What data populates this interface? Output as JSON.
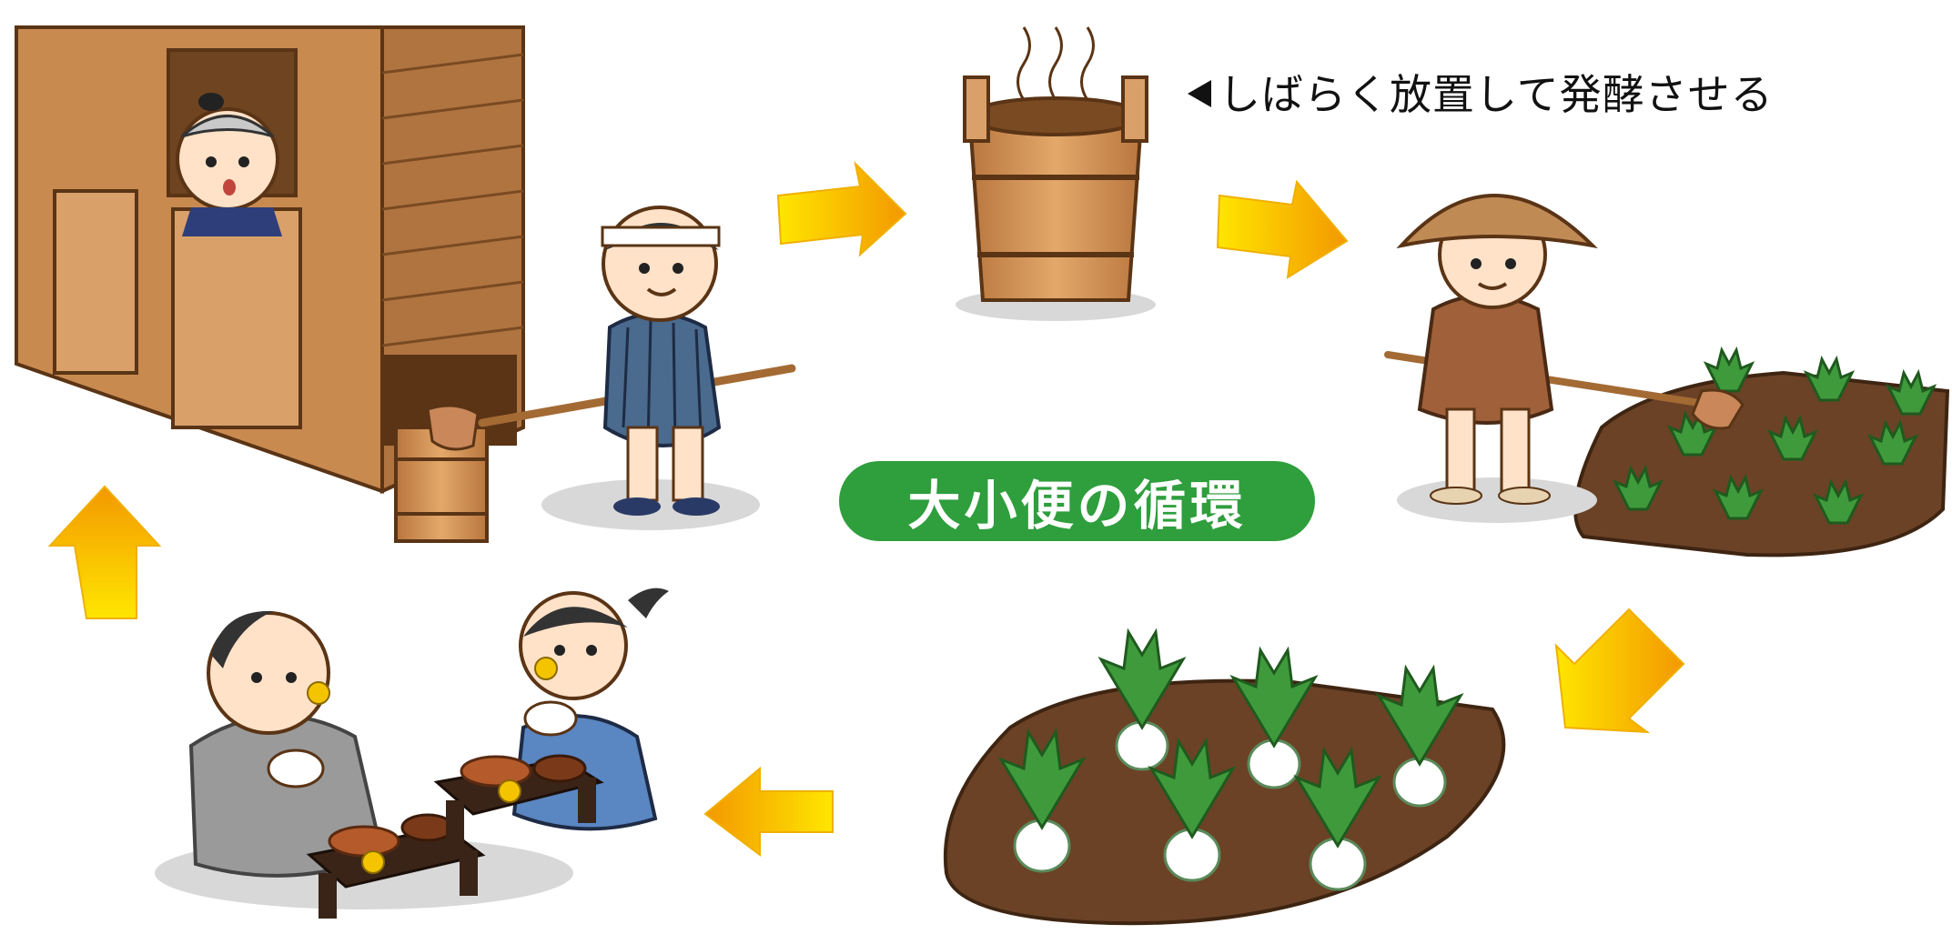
{
  "diagram": {
    "title": "大小便の循環",
    "caption": "しばらく放置して発酵させる",
    "steps": [
      "outhouse-collection",
      "fermentation-tub",
      "fertilizing-field",
      "daikon-harvest",
      "family-meal"
    ],
    "colors": {
      "arrow_start": "#ffe600",
      "arrow_end": "#f39800",
      "title_badge": "#2f9e3d",
      "soil": "#6b4226",
      "leaf": "#3f9a3c",
      "wood": "#c98a50"
    }
  }
}
